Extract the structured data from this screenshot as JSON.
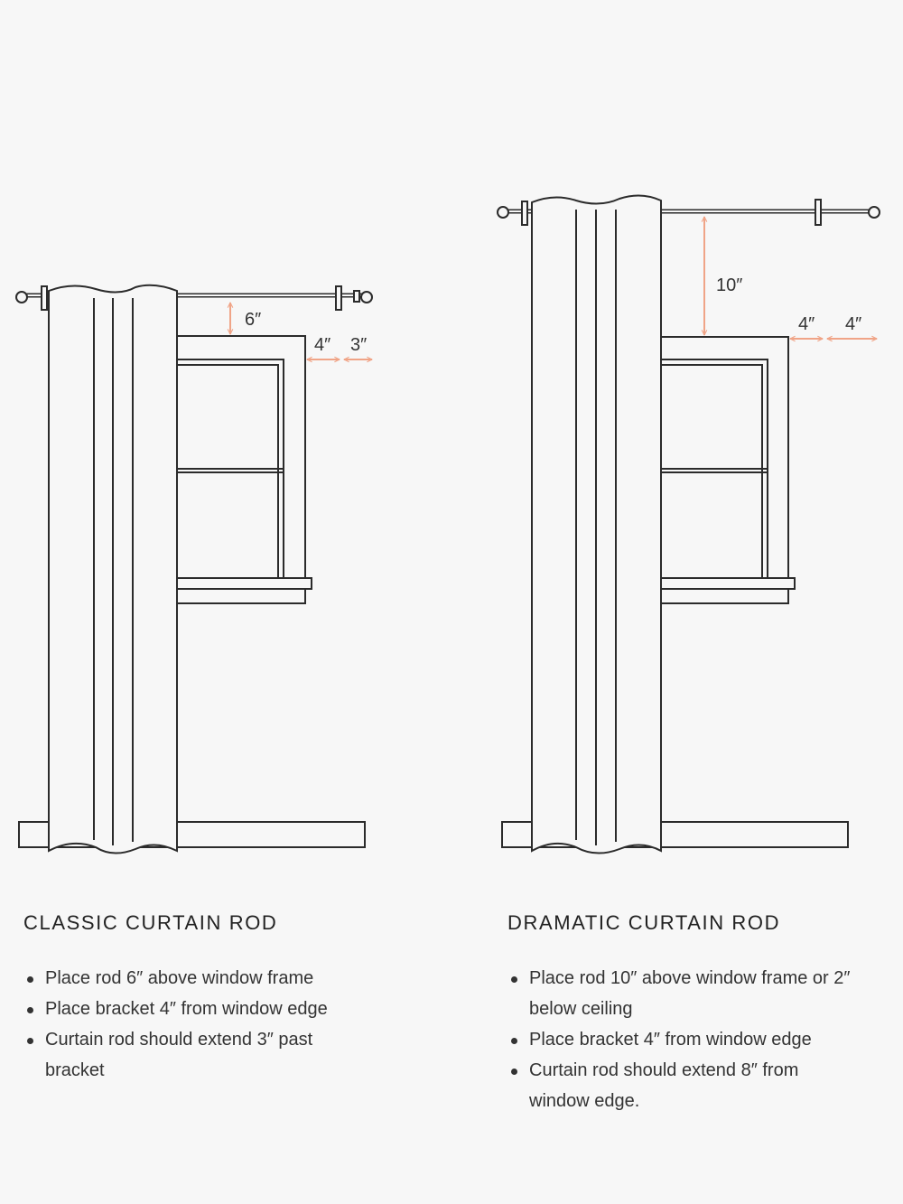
{
  "colors": {
    "background": "#f7f7f7",
    "line": "#2b2b2b",
    "curtain_fill": "#f7f7f7",
    "accent_measure": "#f0a487"
  },
  "classic": {
    "title": "CLASSIC CURTAIN ROD",
    "dims": {
      "rod_above_frame": "6″",
      "bracket_from_edge": "4″",
      "rod_extension": "3″"
    },
    "bullets": [
      "Place rod 6″ above window frame",
      "Place bracket  4″ from window edge",
      "Curtain rod should extend 3″ past bracket"
    ]
  },
  "dramatic": {
    "title": "DRAMATIC CURTAIN ROD",
    "dims": {
      "rod_above_frame": "10″",
      "bracket_from_edge": "4″",
      "rod_extension": "4″"
    },
    "bullets": [
      "Place rod 10″ above window frame or 2″ below ceiling",
      "Place bracket  4″ from window edge",
      "Curtain rod should extend 8″ from window edge."
    ]
  }
}
